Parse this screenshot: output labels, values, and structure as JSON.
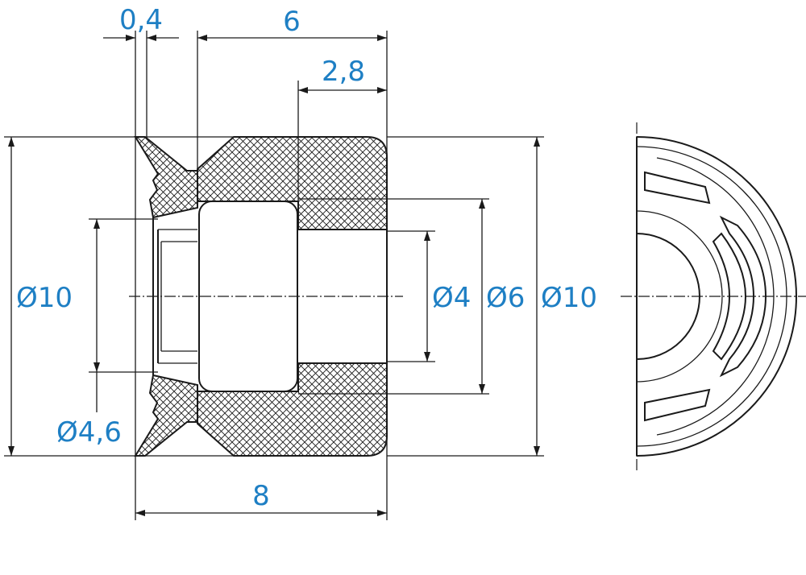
{
  "colors": {
    "dimension_text": "#1e7fc4",
    "line": "#1a1a1a",
    "background": "#ffffff"
  },
  "dimensions": {
    "groove_width": "0,4",
    "length_upper": "6",
    "counterbore_depth": "2,8",
    "total_length": "8",
    "outer_diameter_left": "Ø10",
    "flange_inner_diameter": "Ø4,6",
    "bore_small": "Ø4",
    "bore_large": "Ø6",
    "outer_diameter_right": "Ø10"
  }
}
